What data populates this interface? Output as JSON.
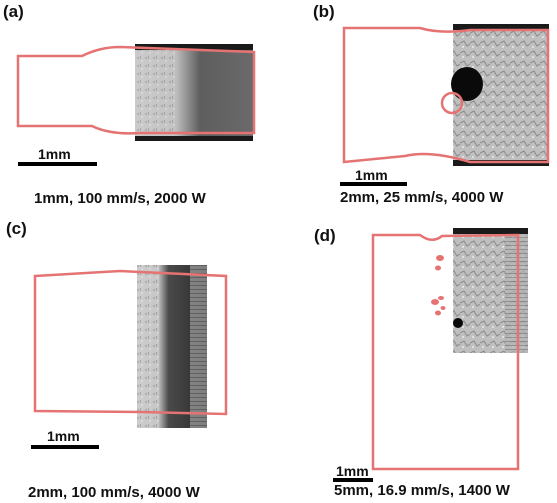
{
  "panels": [
    {
      "label": "(a)",
      "caption": "1mm, 100 mm/s, 2000 W",
      "scalebar": "1mm"
    },
    {
      "label": "(b)",
      "caption": "2mm, 25 mm/s, 4000 W",
      "scalebar": "1mm"
    },
    {
      "label": "(c)",
      "caption": "2mm, 100 mm/s, 4000 W",
      "scalebar": "1mm"
    },
    {
      "label": "(d)",
      "caption": "5mm, 16.9 mm/s, 1400 W",
      "scalebar": "1mm"
    }
  ],
  "colors": {
    "outline": "#e57373",
    "micrograph_dark": "#1a1a1a",
    "micrograph_light": "#d8d8d8",
    "scalebar": "#000000"
  }
}
